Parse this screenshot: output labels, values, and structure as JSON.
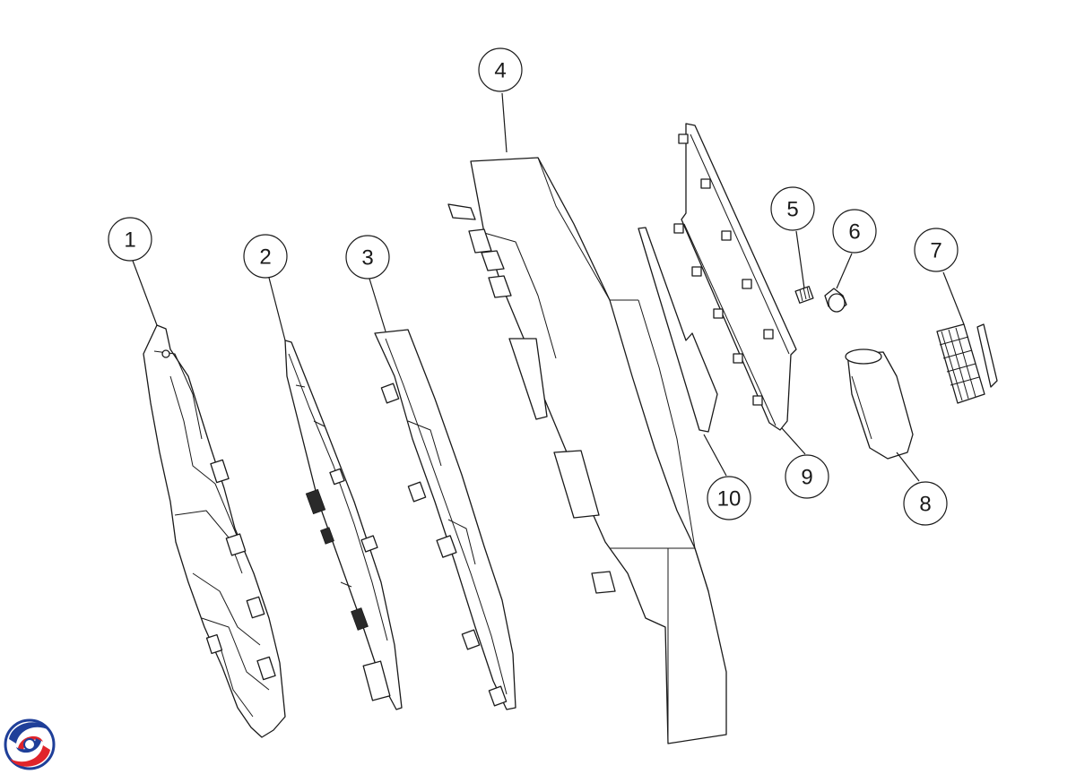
{
  "callouts": [
    {
      "number": "1"
    },
    {
      "number": "2"
    },
    {
      "number": "3"
    },
    {
      "number": "4"
    },
    {
      "number": "5"
    },
    {
      "number": "6"
    },
    {
      "number": "7"
    },
    {
      "number": "8"
    },
    {
      "number": "9"
    },
    {
      "number": "10"
    }
  ],
  "logo": {
    "name": "brand-swirl-logo",
    "colors": [
      "#1f3f99",
      "#e0242b"
    ]
  },
  "colors": {
    "line": "#1a1a1a",
    "background": "#ffffff"
  }
}
